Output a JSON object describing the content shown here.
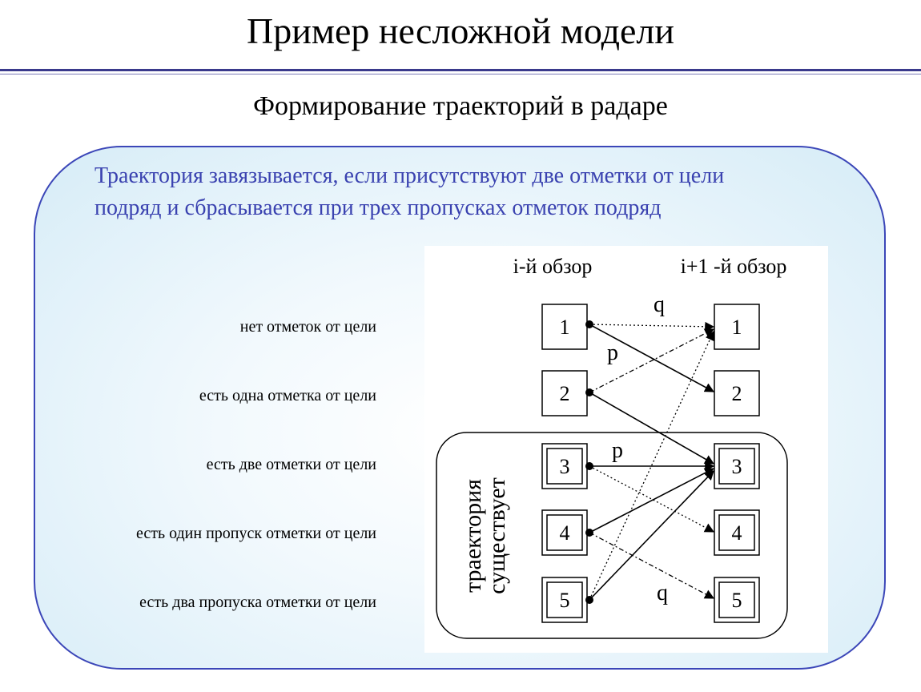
{
  "title": "Пример несложной модели",
  "subtitle": "Формирование  траекторий  в радаре",
  "intro": {
    "line1": "Траектория завязывается, если присутствуют две отметки от цели",
    "line2": "подряд и сбрасывается при трех пропусках отметок подряд"
  },
  "row_labels": [
    "нет отметок от цели",
    "есть одна отметка от цели",
    "есть две отметки от цели",
    "есть один пропуск отметки от цели",
    "есть два пропуска отметки от цели"
  ],
  "diagram": {
    "col_left_header": "i-й обзор",
    "col_right_header": "i+1 -й обзор",
    "left_states": [
      "1",
      "2",
      "3",
      "4",
      "5"
    ],
    "right_states": [
      "1",
      "2",
      "3",
      "4",
      "5"
    ],
    "edge_labels": {
      "q_top": "q",
      "p_top": "p",
      "p_mid": "p",
      "q_bottom": "q"
    },
    "group_label_line1": "траектория",
    "group_label_line2": "существует"
  },
  "colors": {
    "title_rule": "#3a3a8c",
    "panel_border": "#3b46b8",
    "intro_text": "#3a42b0"
  }
}
